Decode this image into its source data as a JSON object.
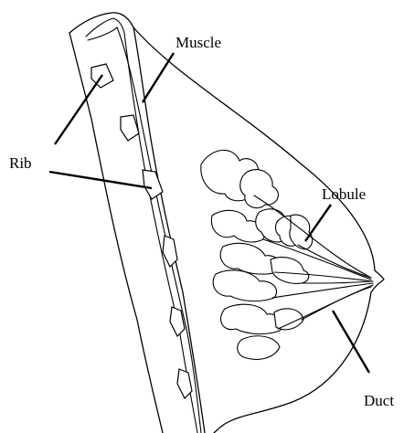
{
  "labels": {
    "muscle": "Muscle",
    "rib": "Rib",
    "lobule": "Lobule",
    "duct": "Duct"
  }
}
